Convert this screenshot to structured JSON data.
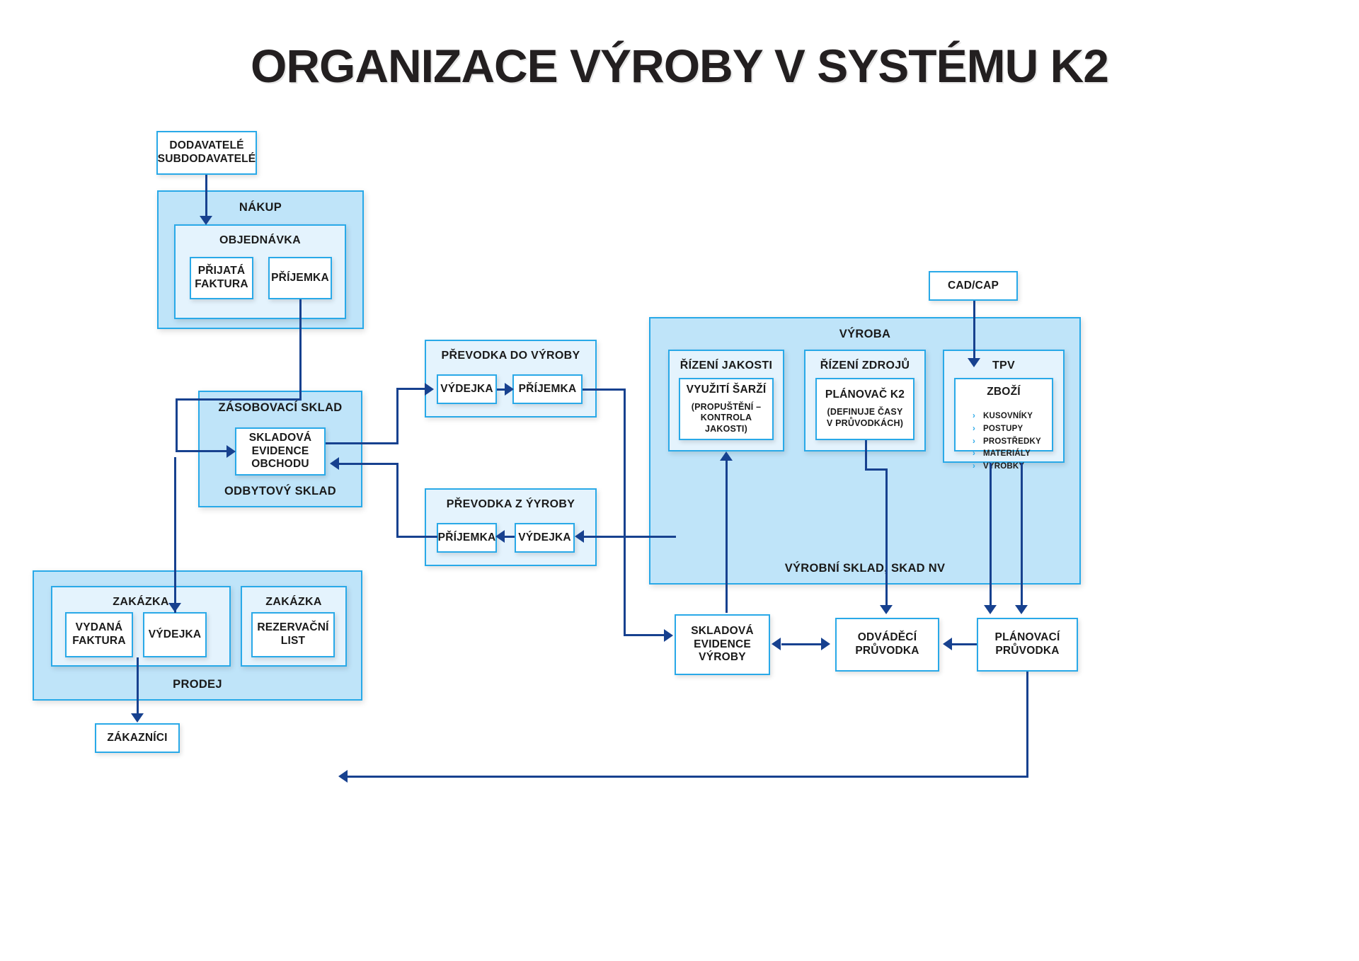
{
  "title": "ORGANIZACE VÝROBY V SYSTÉMU K2",
  "nodes": {
    "suppliers": "DODAVATELÉ\nSUBDODAVATELÉ",
    "purchase_group": "NÁKUP",
    "order_group": "OBJEDNÁVKA",
    "received_invoice": "PŘIJATÁ\nFAKTURA",
    "receipt_purchase": "PŘÍJEMKA",
    "supply_store_group": "ZÁSOBOVACÍ SKLAD",
    "supply_store_footer": "ODBYTOVÝ SKLAD",
    "stock_records_trade": "SKLADOVÁ\nEVIDENCE\nOBCHODU",
    "transfer_to_prod_group": "PŘEVODKA DO VÝROBY",
    "transfer_to_prod_issue": "VÝDEJKA",
    "transfer_to_prod_receipt": "PŘÍJEMKA",
    "transfer_from_prod_group": "PŘEVODKA Z ÝYROBY",
    "transfer_from_prod_receipt": "PŘÍJEMKA",
    "transfer_from_prod_issue": "VÝDEJKA",
    "cad_cap": "CAD/CAP",
    "production_group": "VÝROBA",
    "production_footer": "VÝROBNÍ SKLAD, SKAD NV",
    "quality_group": "ŘÍZENÍ JAKOSTI",
    "batch_use_title": "VYUŽITÍ ŠARŽÍ",
    "batch_use_sub": "(PROPUŠTĚNÍ –\nKONTROLA JAKOSTI)",
    "resources_group": "ŘÍZENÍ ZDROJŮ",
    "planner_title": "PLÁNOVAČ K2",
    "planner_sub": "(DEFINUJE ČASY\nV PRŮVODKÁCH)",
    "tpv_group": "TPV",
    "goods_title": "ZBOŽÍ",
    "goods_items": [
      "KUSOVNÍKY",
      "POSTUPY",
      "PROSTŘEDKY",
      "MATERIÁLY",
      "VYROBKY"
    ],
    "bullet_char": "›",
    "stock_records_prod": "SKLADOVÁ\nEVIDENCE\nVÝROBY",
    "output_card": "ODVÁDĚCÍ\nPRŮVODKA",
    "planning_card": "PLÁNOVACÍ\nPRŮVODKA",
    "sales_group": "PRODEJ",
    "order_left_group": "ZAKÁZKA",
    "order_right_group": "ZAKÁZKA",
    "issued_invoice": "VYDANÁ\nFAKTURA",
    "issue_note_sales": "VÝDEJKA",
    "reservation_list": "REZERVAČNÍ\nLIST",
    "customers": "ZÁKAZNÍCI"
  },
  "colors": {
    "accent_border": "#29a9e8",
    "outer_fill": "#bfe4f9",
    "group_fill": "#e4f3fd",
    "box_fill": "#ffffff",
    "connector": "#17418f",
    "title": "#231f20"
  }
}
